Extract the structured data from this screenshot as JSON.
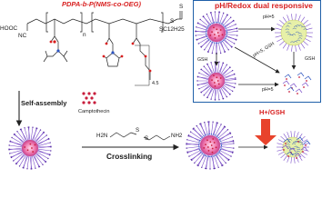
{
  "polymer": {
    "label": "PDPA-b-P(NMS-co-OEG)",
    "cooh": "HOOC",
    "nc": "NC",
    "n": "n",
    "s1": "S",
    "s2": "S",
    "chain": "SC12H25",
    "repeat": "4.5"
  },
  "panel": {
    "title": "pH/Redox dual responsive",
    "ph_top": "pH=5",
    "gsh_left": "GSH",
    "ph_gsh_diag": "pH=5, GSH",
    "gsh_right": "GSH",
    "ph_bottom": "pH=5"
  },
  "steps": {
    "self_assembly": "Self-assembly",
    "camptothecin": "Camptothecin",
    "crosslinker_left": "H2N",
    "crosslinker_s1": "S",
    "crosslinker_s2": "S",
    "crosslinker_right": "NH2",
    "crosslinking": "Crosslinking",
    "trigger": "H+/GSH"
  },
  "colors": {
    "red_label": "#d81e1e",
    "panel_border": "#1f5fa8",
    "corona": "#7b4fc8",
    "core": "#f07ab0",
    "drug": "#c81e3c",
    "arrow_trigger": "#e8432c"
  }
}
